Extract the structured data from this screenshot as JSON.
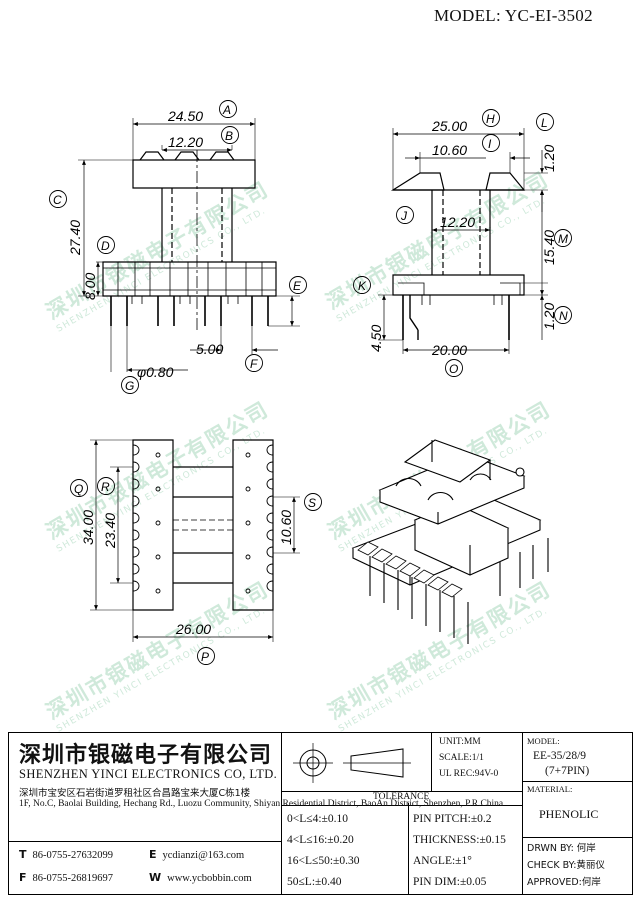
{
  "model_label": "MODEL: YC-EI-3502",
  "watermark": {
    "cn": "深圳市银磁电子有限公司",
    "en": "SHENZHEN YINCI ELECTRONICS CO., LTD."
  },
  "front_view": {
    "dim_A": "24.50",
    "label_A": "A",
    "dim_B": "12.20",
    "label_B": "B",
    "dim_C": "27.40",
    "label_C": "C",
    "dim_D": "8.00",
    "label_D": "D",
    "label_E": "E",
    "dim_F": "5.00",
    "label_F": "F",
    "dim_G": "φ0.80",
    "label_G": "G"
  },
  "side_view": {
    "dim_H": "25.00",
    "label_H": "H",
    "dim_I": "10.60",
    "label_I": "I",
    "dim_J": "12.20",
    "label_J": "J",
    "dim_K": "4.50",
    "label_K": "K",
    "dim_L": "1.20",
    "label_L": "L",
    "dim_M": "15.40",
    "label_M": "M",
    "dim_N": "1.20",
    "label_N": "N",
    "dim_O": "20.00",
    "label_O": "O"
  },
  "top_view": {
    "dim_Q": "34.00",
    "label_Q": "Q",
    "dim_R": "23.40",
    "label_R": "R",
    "dim_S": "10.60",
    "label_S": "S",
    "dim_P": "26.00",
    "label_P": "P"
  },
  "title_block": {
    "company_cn": "深圳市银磁电子有限公司",
    "company_en": "SHENZHEN YINCI ELECTRONICS CO, LTD.",
    "address_cn": "深圳市宝安区石岩街道罗租社区合昌路宝来大厦C栋1楼",
    "address_en": "1F, No.C, Baolai Building, Hechang Rd., Luozu Community, Shiyan Residential District, BaoAn District, Shenzhen, P.R.China",
    "tel_label": "T",
    "tel": "86-0755-27632099",
    "fax_label": "F",
    "fax": "86-0755-26819697",
    "email_label": "E",
    "email": "ycdianzi@163.com",
    "web_label": "W",
    "web": "www.ycbobbin.com",
    "unit": "UNIT:MM",
    "scale": "SCALE:1/1",
    "ul_rec": "UL REC:94V-0",
    "tolerance_title": "TOLERANCE",
    "tol_rows": [
      "0<L≤4:±0.10",
      "4<L≤16:±0.20",
      "16<L≤50:±0.30",
      "50≤L:±0.40"
    ],
    "tol_right": [
      "PIN PITCH:±0.2",
      "THICKNESS:±0.15",
      "ANGLE:±1°",
      "PIN DIM:±0.05"
    ],
    "model_title": "MODEL:",
    "model_value": "EE-35/28/9",
    "model_pins": "(7+7PIN)",
    "material_title": "MATERIAL:",
    "material_value": "PHENOLIC",
    "drawn_by": "DRWN BY: 何岸",
    "check_by": "CHECK BY:黄丽仪",
    "approved": "APPROVED:何岸"
  }
}
